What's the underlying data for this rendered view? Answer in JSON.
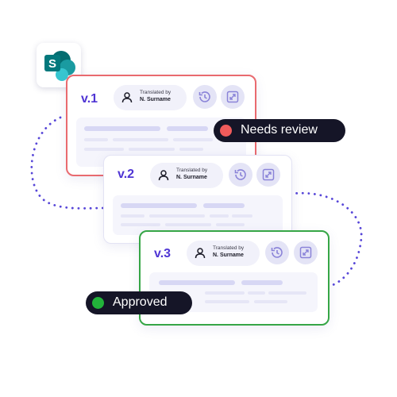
{
  "app_icon": {
    "name": "sharepoint-icon",
    "letter": "S",
    "colors": [
      "#036c70",
      "#1a9ba1",
      "#37c6d0",
      "#03787c"
    ]
  },
  "colors": {
    "accent": "#4f35d4",
    "review_border": "#e96a6f",
    "approved_border": "#36a646",
    "connector_dots": "#5746d8",
    "status_bg": "#151527",
    "review_dot": "#f05b5b",
    "approved_dot": "#22b33a"
  },
  "cards": [
    {
      "version": "v.1",
      "translated_label": "Translated by",
      "translator": "N. Surname",
      "state": "needs-review"
    },
    {
      "version": "v.2",
      "translated_label": "Translated by",
      "translator": "N. Surname",
      "state": "neutral"
    },
    {
      "version": "v.3",
      "translated_label": "Translated by",
      "translator": "N. Surname",
      "state": "approved"
    }
  ],
  "icons": [
    "person-icon",
    "history-icon",
    "resize-icon"
  ],
  "status": {
    "review": "Needs review",
    "approved": "Approved"
  }
}
